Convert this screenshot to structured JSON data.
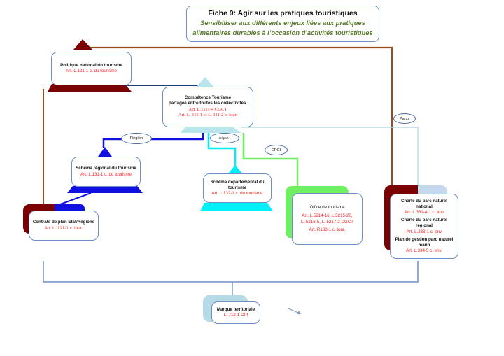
{
  "title": {
    "heading": "Fiche 9: Agir sur les pratiques touristiques",
    "subtitle_line1": "Sensibiliser aux différents enjeux liées aux pratiques",
    "subtitle_line2": "alimentaires durables à l’occasion d’activités touristiques"
  },
  "nodes": {
    "politique": {
      "title": "Politique national du tourisme",
      "ref": "Art. L.121-1 c. du tourisme"
    },
    "competence": {
      "title1": "Compétence Tourisme",
      "title2": "partagée entre toutes les collectivités.",
      "ref1": "Art. L.1111-4 CGCT",
      "ref2": "Art. L. 111-1 et L. 111-2 c. tour."
    },
    "schema_regional": {
      "title": "Schéma régional du tourisme",
      "ref": "Art. L.131-1 c. du tourisme"
    },
    "schema_departemental": {
      "title1": "Schéma départemental du",
      "title2": "tourisme",
      "ref": "Art. L.132-1 c. du tourisme"
    },
    "office": {
      "title": "Office de tourisme",
      "ref1": "Art. L.5214-16, L.5215-20,",
      "ref2": "L. 5216-5, L. 5217-2 CGCT",
      "ref3": "Art. R133-1 c. tour."
    },
    "parcs": {
      "item1_title1": "Charte du parc naturel",
      "item1_title2": "national",
      "item1_ref": "Art. L.331-4-1 c. env",
      "item2_title1": "Charte du parc naturel",
      "item2_title2": "régional",
      "item2_ref": "Art. L.333-1 c. env",
      "item3_title1": "Plan de gestion parc naturel",
      "item3_title2": "marin",
      "item3_ref": "Art. L.334-5 c. env."
    },
    "contrats": {
      "title": "Contrats de plan Etat/Régions",
      "ref": "Art. L. 121-1 c. tour."
    },
    "marque": {
      "title": "Marque territoriale",
      "ref": "L. 712-1 CPI"
    }
  },
  "labels": {
    "region": "Région",
    "departement": "Départ t",
    "epci": "EPCI",
    "parcs": "Parcs"
  },
  "colors": {
    "national": "#7b0000",
    "national_line": "#9b4a1a",
    "competence": "#b8e6ec",
    "region": "#1010e0",
    "departement": "#00f0f8",
    "epci": "#6ef060",
    "parcs_line": "#b8dde6",
    "parcs_shade": "#c4d8ee",
    "marque_shade": "#b7dbe6",
    "box_border": "#6d8fc7",
    "ref_text": "#ff2020",
    "subtitle": "#5a7a2a"
  }
}
